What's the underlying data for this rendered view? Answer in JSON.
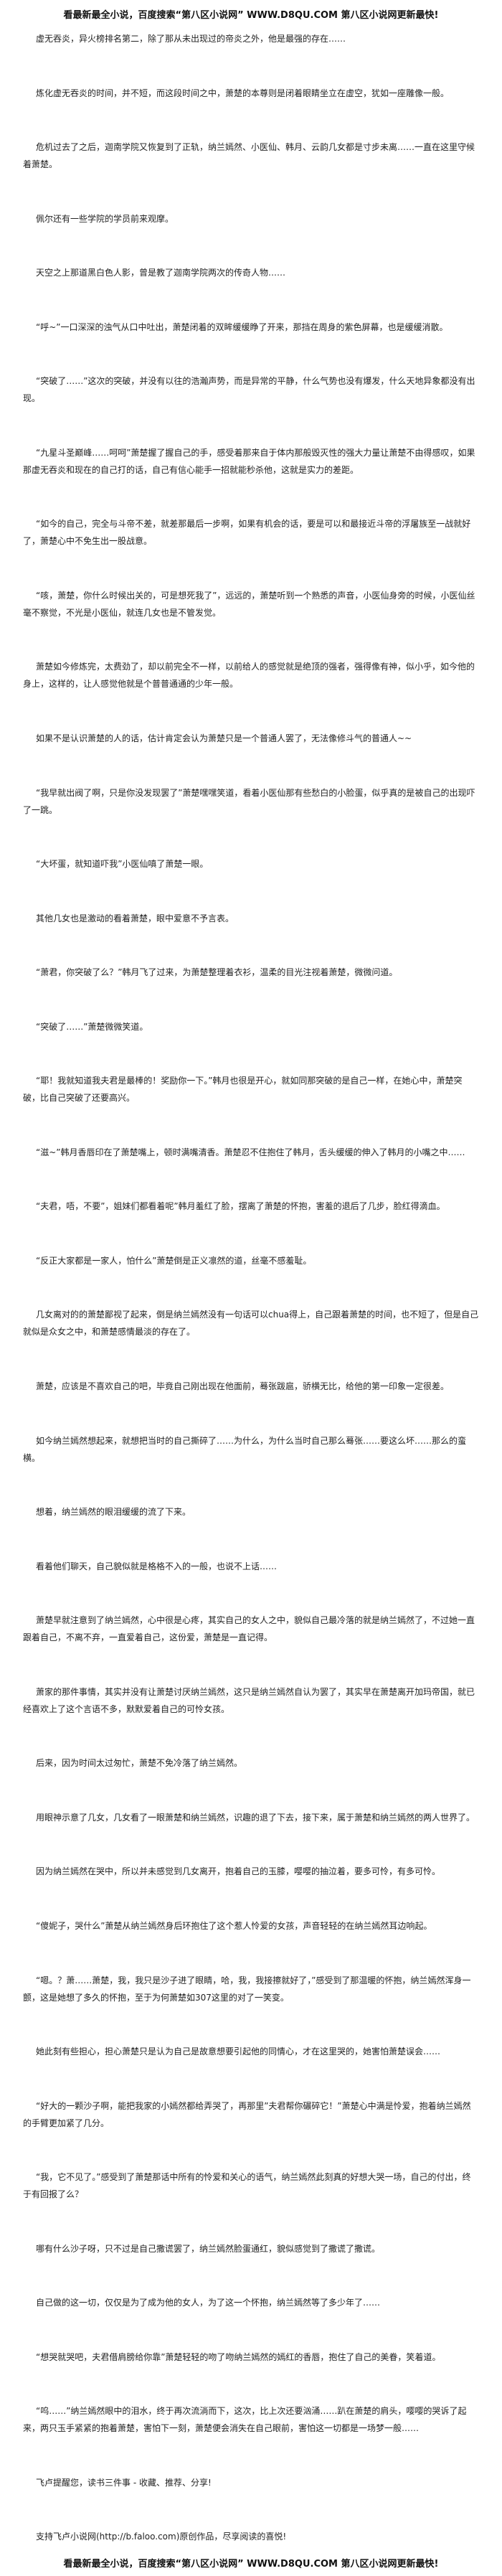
{
  "header": {
    "banner": "看最新最全小说，百度搜索“第八区小说网” WWW.D8QU.COM 第八区小说网更新最快!"
  },
  "footer": {
    "banner": "看最新最全小说，百度搜索“第八区小说网” WWW.D8QU.COM 第八区小说网更新最快!"
  },
  "paragraphs": [
    "虚无吞炎，异火榜排名第二，除了那从未出现过的帝炎之外，他是最强的存在……",
    "炼化虚无吞炎的时间，并不短，而这段时间之中，萧楚的本尊则是闭着眼睛坐立在虚空，犹如一座雕像一般。",
    "危机过去了之后，迦南学院又恢复到了正轨，纳兰嫣然、小医仙、韩月、云韵几女都是寸步未离……一直在这里守候着萧楚。",
    "佩尔还有一些学院的学员前来观摩。",
    "天空之上那道黑白色人影，曾是教了迦南学院两次的传奇人物……",
    "“呼~”一口深深的浊气从口中吐出，萧楚闭着的双眸缓缓睁了开来，那挡在周身的紫色屏幕，也是缓缓消散。",
    "“突破了……”这次的突破，并没有以往的浩瀚声势，而是异常的平静，什么气势也没有爆发，什么天地异象都没有出现。",
    "“九星斗圣巅峰……呵呵”萧楚握了握自己的手，感受着那来自于体内那般毁灭性的强大力量让萧楚不由得感叹，如果那虚无吞炎和现在的自己打的话，自己有信心能手一招就能秒杀他，这就是实力的差距。",
    "“如今的自己，完全与斗帝不差，就差那最后一步啊，如果有机会的话，要是可以和最接近斗帝的浮屠族至一战就好了，萧楚心中不免生出一股战意。",
    "“咳，萧楚，你什么时候出关的，可是想死我了”，远远的，萧楚听到一个熟悉的声音，小医仙身旁的时候，小医仙丝毫不察觉，不光是小医仙，就连几女也是不管发觉。",
    "萧楚如今修炼完，太费劲了，却以前完全不一样，以前给人的感觉就是绝顶的强者，强得像有神，似小乎，如今他的身上，这样的，让人感觉他就是个普普通通的少年一般。",
    "如果不是认识萧楚的人的话，估计肯定会认为萧楚只是一个普通人罢了，无法像修斗气的普通人~~",
    "“我早就出阀了啊，只是你没发现罢了”萧楚嘿嘿笑道，看着小医仙那有些愁白的小脸蛋，似乎真的是被自己的出现吓了一跳。",
    "“大坏蛋，就知道吓我”小医仙嗔了萧楚一眼。",
    "其他几女也是激动的看着萧楚，眼中爱意不予言表。",
    "“萧君，你突破了么？”韩月飞了过来，为萧楚整理着衣衫，温柔的目光注视着萧楚，微微问道。",
    "“突破了……”萧楚微微笑道。",
    "“耶！我就知道我夫君是最棒的！奖励你一下。”韩月也很是开心，就如同那突破的是自己一样，在她心中，萧楚突破，比自己突破了还要高兴。",
    "“滋~”韩月香唇印在了萧楚嘴上，顿时满嘴清香。萧楚忍不住抱住了韩月，舌头缓缓的伸入了韩月的小嘴之中……",
    "“夫君，唔，不要”，姐妹们都看着呢”韩月羞红了脸，摆离了萧楚的怀抱，害羞的退后了几步，脸红得滴血。",
    "“反正大家都是一家人，怕什么”萧楚倒是正义凛然的道，丝毫不感羞耻。",
    "几女离对的的萧楚鄙视了起来，倒是纳兰嫣然没有一句话可以chua得上，自己跟着萧楚的时间，也不短了，但是自己就似是众女之中，和萧楚感情最淡的存在了。",
    "萧楚，应该是不喜欢自己的吧，毕竟自己刚出现在他面前，蓦张跋扈，骄横无比，给他的第一印象一定很差。",
    "如今纳兰嫣然想起来，就想把当时的自己撕碎了……为什么，为什么当时自己那么蓦张……要这么坏……那么的蛮横。",
    "想着，纳兰嫣然的眼泪缓缓的流了下来。",
    "看着他们聊天，自己貌似就是格格不入的一般，也说不上话……",
    "萧楚早就注意到了纳兰嫣然，心中很是心疼，其实自己的女人之中，貌似自己最冷落的就是纳兰嫣然了，不过她一直跟着自己，不离不弃，一直爱着自己，这份爱，萧楚是一直记得。",
    "萧家的那件事情，其实并没有让萧楚讨厌纳兰嫣然，这只是纳兰嫣然自认为罢了，其实早在萧楚离开加玛帝国，就已经喜欢上了这个言语不多，默默爱着自己的可怜女孩。",
    "后来，因为时间太过匆忙，萧楚不免冷落了纳兰嫣然。",
    "用眼神示意了几女，几女看了一眼萧楚和纳兰嫣然，识趣的退了下去，接下来，属于萧楚和纳兰嫣然的两人世界了。",
    "因为纳兰嫣然在哭中，所以并未感觉到几女离开，抱着自己的玉膝，嘤嘤的抽泣着，要多可怜，有多可怜。",
    "“傻妮子，哭什么”萧楚从纳兰嫣然身后环抱住了这个惹人怜爱的女孩，声音轻轻的在纳兰嫣然耳边响起。",
    "“嗯。？萧……萧楚，我，我只是沙子进了眼睛，哈，我，我接擦就好了，”感受到了那温暖的怀抱，纳兰嫣然浑身一颤，这是她想了多久的怀抱，至于为何萧楚如307这里的对了一笑变。",
    "她此刻有些担心，担心萧楚只是认为自己是故意想要引起他的同情心，才在这里哭的，她害怕萧楚误会……",
    "“好大的一颗沙子啊，能把我家的小嫣然都给弄哭了，再那里”夫君帮你碾碎它！”萧楚心中满是怜爱，抱着纳兰嫣然的手臂更加紧了几分。",
    "“我，它不见了。”感受到了萧楚那话中所有的怜爱和关心的语气，纳兰嫣然此刻真的好想大哭一场，自己的付出，终于有回报了么？",
    "哪有什么沙子呀，只不过是自己撒谎罢了，纳兰嫣然脸蛋通红，貌似感觉到了撒谎了撒谎。",
    "自己做的这一切，仅仅是为了成为他的女人，为了这一个怀抱，纳兰嫣然等了多少年了……",
    "“想哭就哭吧，夫君借肩膀给你靠”萧楚轻轻的吻了吻纳兰嫣然的嫣红的香唇，抱住了自己的美眷，笑着道。",
    "“呜……”纳兰嫣然眼中的泪水，终于再次流淌而下，这次，比上次还要汹涌……趴在萧楚的肩头，嘤嘤的哭诉了起来，两只玉手紧紧的抱着萧楚，害怕下一刻，萧楚便会消失在自己眼前，害怕这一切都是一场梦一般……",
    "飞卢提醒您，读书三件事 - 收藏、推荐、分享!",
    "支持飞卢小说网(http://b.faloo.com)原创作品，尽享阅读的喜悦!"
  ]
}
